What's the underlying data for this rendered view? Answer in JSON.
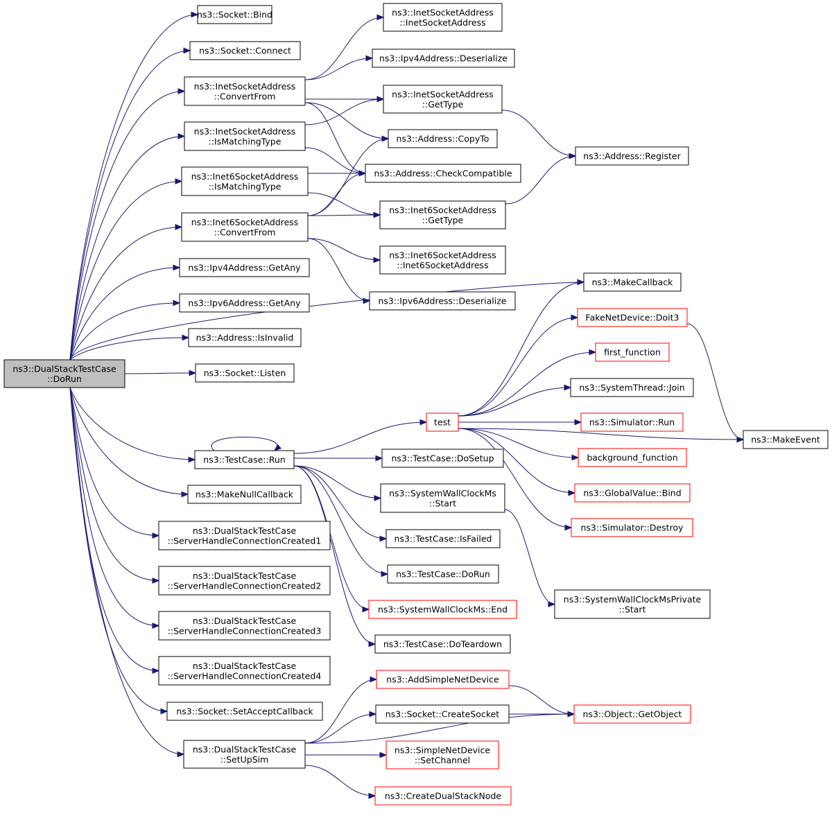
{
  "colors": {
    "edge": "#191970",
    "box_border": "#000000",
    "external_border": "#ff0000",
    "root_fill": "#bfbfbf",
    "box_fill": "#ffffff"
  },
  "nodes": {
    "root": {
      "lines": [
        "ns3::DualStackTestCase",
        "::DoRun"
      ],
      "kind": "root"
    },
    "sock_bind": {
      "lines": [
        "ns3::Socket::Bind"
      ],
      "kind": "normal"
    },
    "sock_connect": {
      "lines": [
        "ns3::Socket::Connect"
      ],
      "kind": "normal"
    },
    "inet_convert": {
      "lines": [
        "ns3::InetSocketAddress",
        "::ConvertFrom"
      ],
      "kind": "normal"
    },
    "inet_ismatch": {
      "lines": [
        "ns3::InetSocketAddress",
        "::IsMatchingType"
      ],
      "kind": "normal"
    },
    "inet6_ismatch": {
      "lines": [
        "ns3::Inet6SocketAddress",
        "::IsMatchingType"
      ],
      "kind": "normal"
    },
    "inet6_convert": {
      "lines": [
        "ns3::Inet6SocketAddress",
        "::ConvertFrom"
      ],
      "kind": "normal"
    },
    "ipv4_getany": {
      "lines": [
        "ns3::Ipv4Address::GetAny"
      ],
      "kind": "normal"
    },
    "ipv6_getany": {
      "lines": [
        "ns3::Ipv6Address::GetAny"
      ],
      "kind": "normal"
    },
    "addr_isinvalid": {
      "lines": [
        "ns3::Address::IsInvalid"
      ],
      "kind": "normal"
    },
    "sock_listen": {
      "lines": [
        "ns3::Socket::Listen"
      ],
      "kind": "normal"
    },
    "tc_run": {
      "lines": [
        "ns3::TestCase::Run"
      ],
      "kind": "normal"
    },
    "make_null_cb": {
      "lines": [
        "ns3::MakeNullCallback"
      ],
      "kind": "normal"
    },
    "shcc1": {
      "lines": [
        "ns3::DualStackTestCase",
        "::ServerHandleConnectionCreated1"
      ],
      "kind": "normal"
    },
    "shcc2": {
      "lines": [
        "ns3::DualStackTestCase",
        "::ServerHandleConnectionCreated2"
      ],
      "kind": "normal"
    },
    "shcc3": {
      "lines": [
        "ns3::DualStackTestCase",
        "::ServerHandleConnectionCreated3"
      ],
      "kind": "normal"
    },
    "shcc4": {
      "lines": [
        "ns3::DualStackTestCase",
        "::ServerHandleConnectionCreated4"
      ],
      "kind": "normal"
    },
    "sock_setaccept": {
      "lines": [
        "ns3::Socket::SetAcceptCallback"
      ],
      "kind": "normal"
    },
    "setupsim": {
      "lines": [
        "ns3::DualStackTestCase",
        "::SetUpSim"
      ],
      "kind": "normal"
    },
    "inet_ctor": {
      "lines": [
        "ns3::InetSocketAddress",
        "::InetSocketAddress"
      ],
      "kind": "normal"
    },
    "ipv4_deser": {
      "lines": [
        "ns3::Ipv4Address::Deserialize"
      ],
      "kind": "normal"
    },
    "inet_gettype": {
      "lines": [
        "ns3::InetSocketAddress",
        "::GetType"
      ],
      "kind": "normal"
    },
    "addr_copyto": {
      "lines": [
        "ns3::Address::CopyTo"
      ],
      "kind": "normal"
    },
    "addr_checkcompat": {
      "lines": [
        "ns3::Address::CheckCompatible"
      ],
      "kind": "normal"
    },
    "inet6_gettype": {
      "lines": [
        "ns3::Inet6SocketAddress",
        "::GetType"
      ],
      "kind": "normal"
    },
    "inet6_ctor": {
      "lines": [
        "ns3::Inet6SocketAddress",
        "::Inet6SocketAddress"
      ],
      "kind": "normal"
    },
    "ipv6_deser": {
      "lines": [
        "ns3::Ipv6Address::Deserialize"
      ],
      "kind": "normal"
    },
    "addr_register": {
      "lines": [
        "ns3::Address::Register"
      ],
      "kind": "normal"
    },
    "make_callback": {
      "lines": [
        "ns3::MakeCallback"
      ],
      "kind": "normal"
    },
    "fake_doit3": {
      "lines": [
        "FakeNetDevice::Doit3"
      ],
      "kind": "external"
    },
    "first_function": {
      "lines": [
        "first_function"
      ],
      "kind": "external"
    },
    "systhread_join": {
      "lines": [
        "ns3::SystemThread::Join"
      ],
      "kind": "normal"
    },
    "sim_run": {
      "lines": [
        "ns3::Simulator::Run"
      ],
      "kind": "external"
    },
    "background_function": {
      "lines": [
        "background_function"
      ],
      "kind": "external"
    },
    "gv_bind": {
      "lines": [
        "ns3::GlobalValue::Bind"
      ],
      "kind": "external"
    },
    "sim_destroy": {
      "lines": [
        "ns3::Simulator::Destroy"
      ],
      "kind": "external"
    },
    "make_event": {
      "lines": [
        "ns3::MakeEvent"
      ],
      "kind": "normal"
    },
    "test": {
      "lines": [
        "test"
      ],
      "kind": "external"
    },
    "tc_dosetup": {
      "lines": [
        "ns3::TestCase::DoSetup"
      ],
      "kind": "normal"
    },
    "swc_start": {
      "lines": [
        "ns3::SystemWallClockMs",
        "::Start"
      ],
      "kind": "normal"
    },
    "tc_isfailed": {
      "lines": [
        "ns3::TestCase::IsFailed"
      ],
      "kind": "normal"
    },
    "tc_dorun": {
      "lines": [
        "ns3::TestCase::DoRun"
      ],
      "kind": "normal"
    },
    "swc_end": {
      "lines": [
        "ns3::SystemWallClockMs::End"
      ],
      "kind": "external"
    },
    "tc_doteardown": {
      "lines": [
        "ns3::TestCase::DoTeardown"
      ],
      "kind": "normal"
    },
    "swcp_start": {
      "lines": [
        "ns3::SystemWallClockMsPrivate",
        "::Start"
      ],
      "kind": "normal"
    },
    "add_simple_nd": {
      "lines": [
        "ns3::AddSimpleNetDevice"
      ],
      "kind": "external"
    },
    "sock_create": {
      "lines": [
        "ns3::Socket::CreateSocket"
      ],
      "kind": "normal"
    },
    "simple_nd_setch": {
      "lines": [
        "ns3::SimpleNetDevice",
        "::SetChannel"
      ],
      "kind": "external"
    },
    "create_dual_node": {
      "lines": [
        "ns3::CreateDualStackNode"
      ],
      "kind": "external"
    },
    "obj_getobject": {
      "lines": [
        "ns3::Object::GetObject"
      ],
      "kind": "external"
    }
  },
  "edges": [
    [
      "root",
      "sock_bind"
    ],
    [
      "root",
      "sock_connect"
    ],
    [
      "root",
      "inet_convert"
    ],
    [
      "root",
      "inet_ismatch"
    ],
    [
      "root",
      "inet6_ismatch"
    ],
    [
      "root",
      "inet6_convert"
    ],
    [
      "root",
      "ipv4_getany"
    ],
    [
      "root",
      "ipv6_getany"
    ],
    [
      "root",
      "addr_isinvalid"
    ],
    [
      "root",
      "sock_listen"
    ],
    [
      "root",
      "make_callback"
    ],
    [
      "root",
      "tc_run"
    ],
    [
      "root",
      "make_null_cb"
    ],
    [
      "root",
      "shcc1"
    ],
    [
      "root",
      "shcc2"
    ],
    [
      "root",
      "shcc3"
    ],
    [
      "root",
      "shcc4"
    ],
    [
      "root",
      "sock_setaccept"
    ],
    [
      "root",
      "setupsim"
    ],
    [
      "inet_convert",
      "inet_ctor"
    ],
    [
      "inet_convert",
      "ipv4_deser"
    ],
    [
      "inet_convert",
      "inet_gettype"
    ],
    [
      "inet_convert",
      "addr_copyto"
    ],
    [
      "inet_convert",
      "addr_checkcompat"
    ],
    [
      "inet_ismatch",
      "inet_gettype"
    ],
    [
      "inet_ismatch",
      "addr_checkcompat"
    ],
    [
      "inet6_ismatch",
      "addr_checkcompat"
    ],
    [
      "inet6_ismatch",
      "inet6_gettype"
    ],
    [
      "inet6_convert",
      "addr_copyto"
    ],
    [
      "inet6_convert",
      "addr_checkcompat"
    ],
    [
      "inet6_convert",
      "inet6_gettype"
    ],
    [
      "inet6_convert",
      "inet6_ctor"
    ],
    [
      "inet6_convert",
      "ipv6_deser"
    ],
    [
      "inet_gettype",
      "addr_register"
    ],
    [
      "inet6_gettype",
      "addr_register"
    ],
    [
      "tc_run",
      "tc_run"
    ],
    [
      "tc_run",
      "test"
    ],
    [
      "tc_run",
      "tc_dosetup"
    ],
    [
      "tc_run",
      "swc_start"
    ],
    [
      "tc_run",
      "tc_isfailed"
    ],
    [
      "tc_run",
      "tc_dorun"
    ],
    [
      "tc_run",
      "swc_end"
    ],
    [
      "tc_run",
      "tc_doteardown"
    ],
    [
      "swc_start",
      "swcp_start"
    ],
    [
      "test",
      "make_callback"
    ],
    [
      "test",
      "fake_doit3"
    ],
    [
      "test",
      "first_function"
    ],
    [
      "test",
      "systhread_join"
    ],
    [
      "test",
      "sim_run"
    ],
    [
      "test",
      "background_function"
    ],
    [
      "test",
      "gv_bind"
    ],
    [
      "test",
      "sim_destroy"
    ],
    [
      "test",
      "make_event"
    ],
    [
      "fake_doit3",
      "make_event"
    ],
    [
      "setupsim",
      "add_simple_nd"
    ],
    [
      "setupsim",
      "sock_create"
    ],
    [
      "setupsim",
      "simple_nd_setch"
    ],
    [
      "setupsim",
      "create_dual_node"
    ],
    [
      "setupsim",
      "obj_getobject"
    ],
    [
      "add_simple_nd",
      "obj_getobject"
    ],
    [
      "sock_create",
      "obj_getobject"
    ]
  ]
}
